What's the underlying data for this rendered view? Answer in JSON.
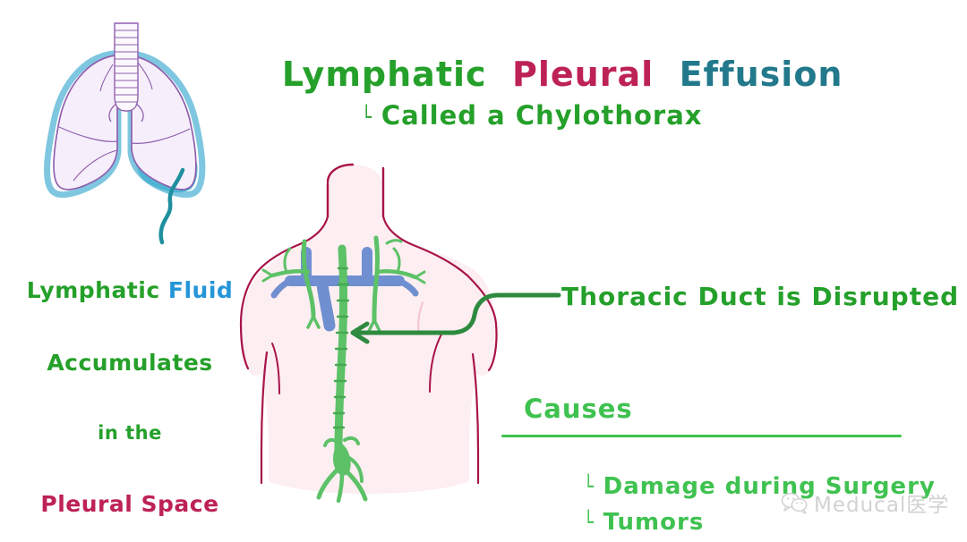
{
  "palette": {
    "green": "#25a02a",
    "bright_green": "#3fc250",
    "arrow_green": "#2d8a3e",
    "crimson": "#bd2256",
    "teal": "#22798c",
    "blue": "#2496d8",
    "lung_fill": "#f6effb",
    "lung_outline": "#8f5fae",
    "pleura_blue": "#7fc7e0",
    "effusion_blue": "#4fb4d4",
    "skin_fill": "#fdeef1",
    "skin_outline": "#a8144a",
    "vein_blue": "#6f8fd0",
    "lymph_green": "#5cc167",
    "watermark_gray": "#d2d2d2",
    "background": "#ffffff"
  },
  "title": {
    "word1": "Lymphatic",
    "word2": "Pleural",
    "word3": "Effusion"
  },
  "subtitle": {
    "bracket": "└",
    "text": "Called a Chylothorax"
  },
  "left_annotation": {
    "line1_a": "Lymphatic",
    "line1_b": "Fluid",
    "line2": "Accumulates",
    "line3": "in the",
    "line4": "Pleural Space"
  },
  "duct_callout": {
    "text": "Thoracic Duct is Disrupted"
  },
  "causes": {
    "heading": "Causes",
    "items": [
      {
        "bracket": "└",
        "label": "Damage during Surgery"
      },
      {
        "bracket": "└",
        "label": "Tumors"
      }
    ]
  },
  "watermark": {
    "icon": "wechat-icon",
    "text": "Meducal医学"
  },
  "diagram_labels": {
    "lungs": "lungs-with-pleural-effusion",
    "torso": "torso-thoracic-duct-anatomy",
    "effusion_pointer": "effusion-pointer-line",
    "duct_arrow": "thoracic-duct-arrow"
  }
}
